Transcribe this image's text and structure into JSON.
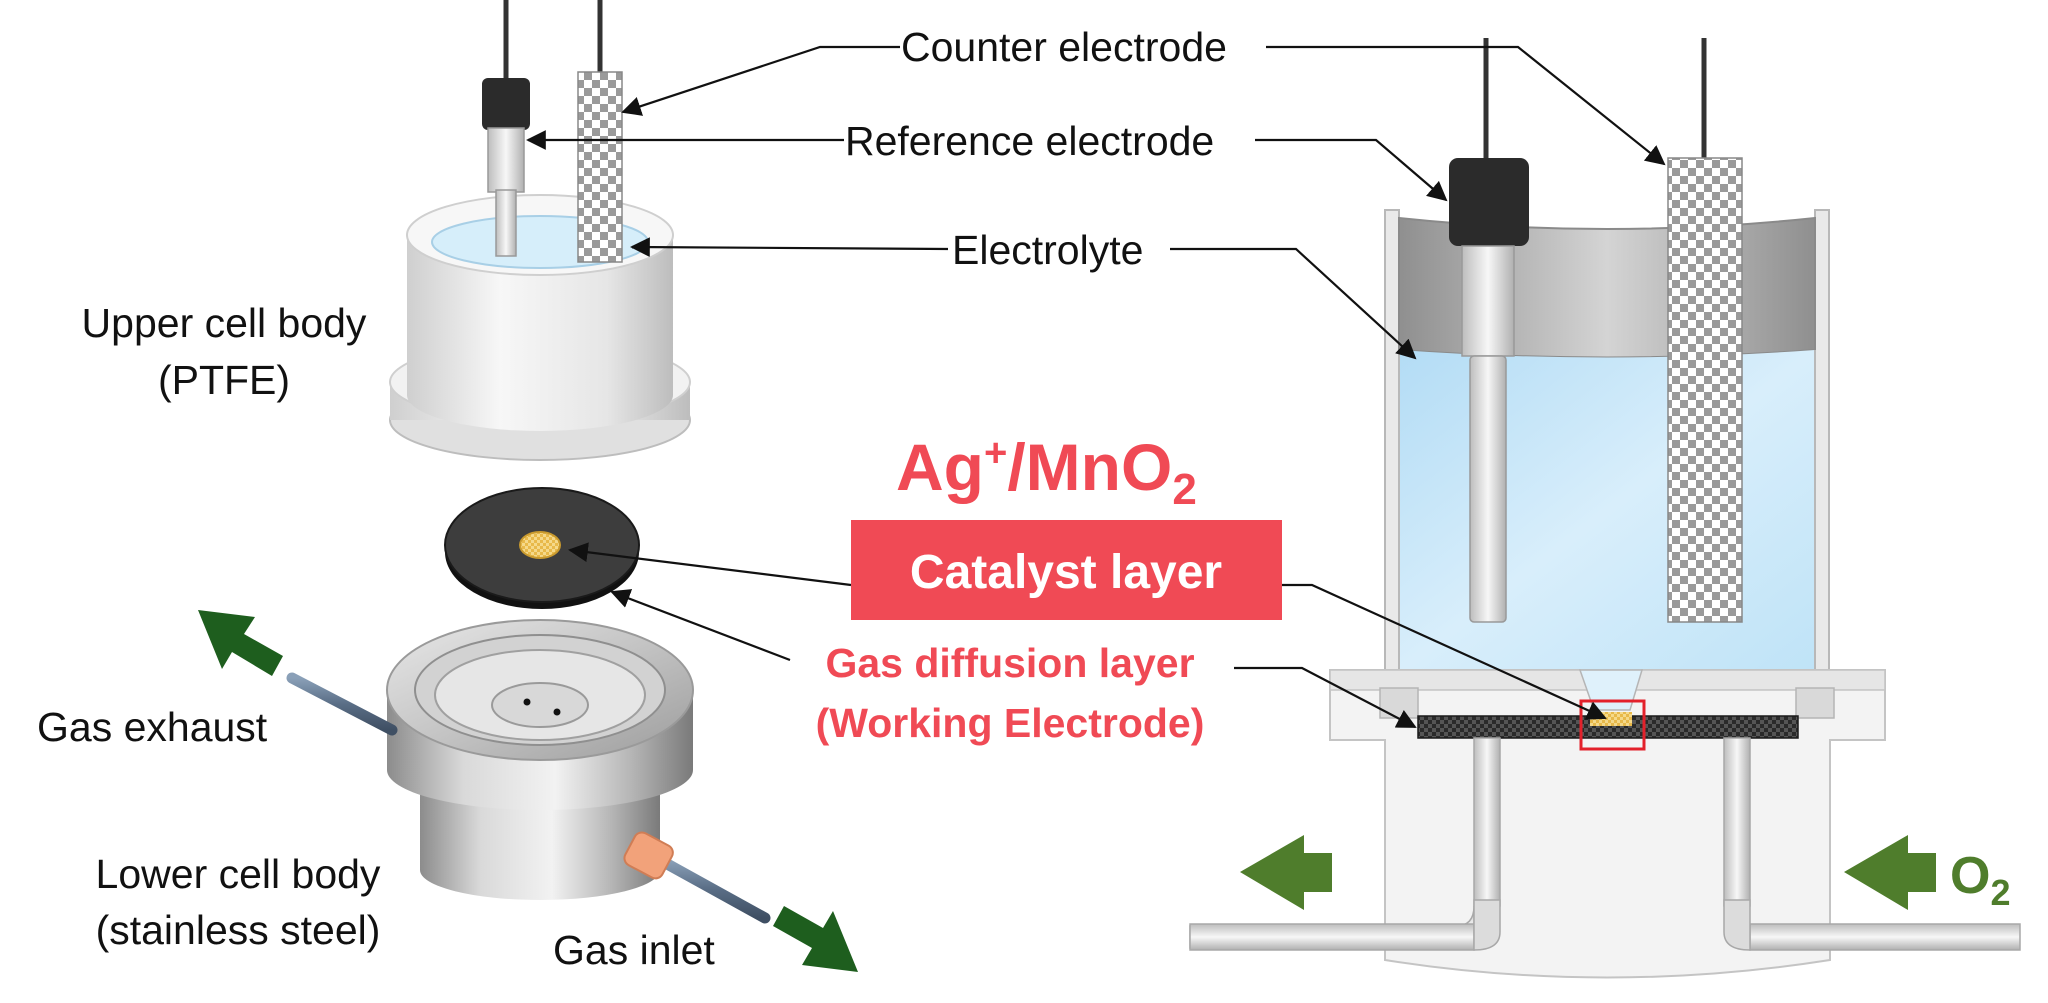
{
  "labels": {
    "counter_electrode": "Counter electrode",
    "reference_electrode": "Reference electrode",
    "electrolyte": "Electrolyte",
    "upper_cell_body_1": "Upper cell body",
    "upper_cell_body_2": "(PTFE)",
    "gas_exhaust": "Gas exhaust",
    "lower_cell_body_1": "Lower cell body",
    "lower_cell_body_2": "(stainless steel)",
    "gas_inlet": "Gas inlet",
    "catalyst_formula_main": "Ag",
    "catalyst_formula_sup": "+",
    "catalyst_formula_mid": "/MnO",
    "catalyst_formula_sub": "2",
    "catalyst_layer": "Catalyst layer",
    "gdl_1": "Gas diffusion layer",
    "gdl_2": "(Working Electrode)",
    "o2_main": "O",
    "o2_sub": "2"
  },
  "colors": {
    "accent_red": "#f04a55",
    "gas_green": "#1e5e1e",
    "o2_green": "#4f7d2c",
    "electrolyte_blue": "#bfe3f7"
  }
}
